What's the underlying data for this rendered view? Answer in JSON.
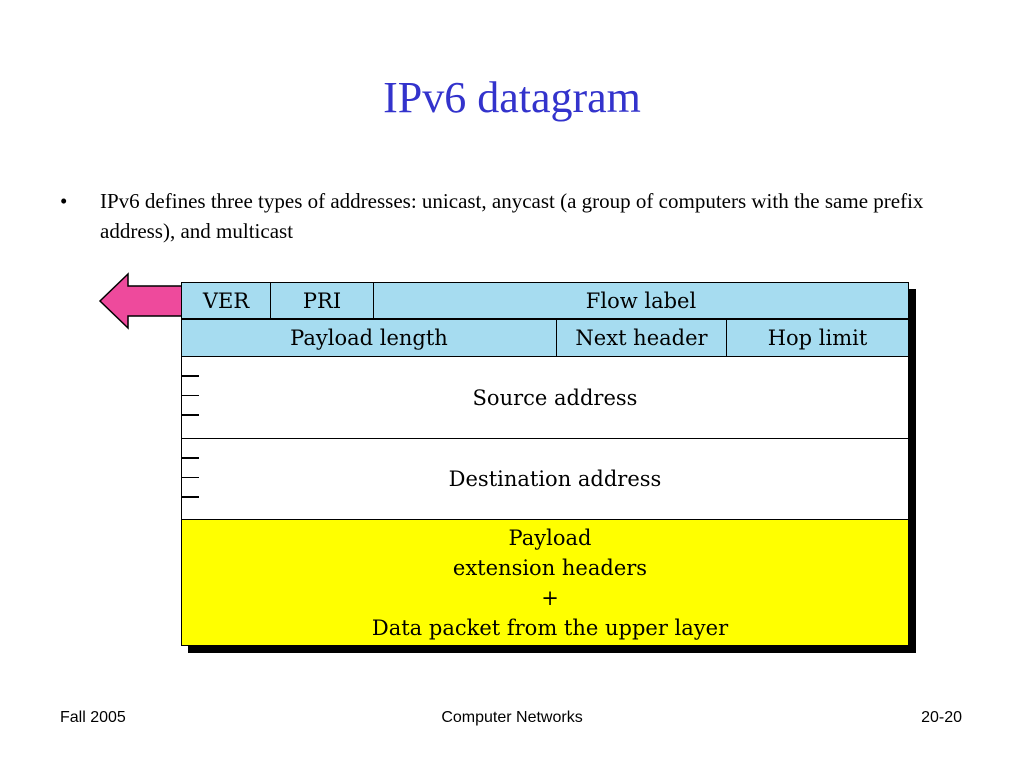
{
  "slide": {
    "title": "IPv6 datagram",
    "bullet_symbol": "•",
    "bullet_text": "IPv6 defines three types of addresses: unicast, anycast (a group of computers with the same prefix address), and multicast"
  },
  "diagram": {
    "row1": {
      "ver": "VER",
      "pri": "PRI",
      "flow": "Flow label"
    },
    "row2": {
      "payload_length": "Payload length",
      "next_header": "Next header",
      "hop_limit": "Hop limit"
    },
    "source": "Source address",
    "destination": "Destination address",
    "payload_lines": [
      "Payload",
      "extension headers",
      "+",
      "Data packet from the upper layer"
    ],
    "colors": {
      "header": "#a6dcf0",
      "payload": "#ffff00",
      "arrow": "#ee4a9c"
    }
  },
  "footer": {
    "left": "Fall 2005",
    "center": "Computer Networks",
    "right": "20-20"
  }
}
